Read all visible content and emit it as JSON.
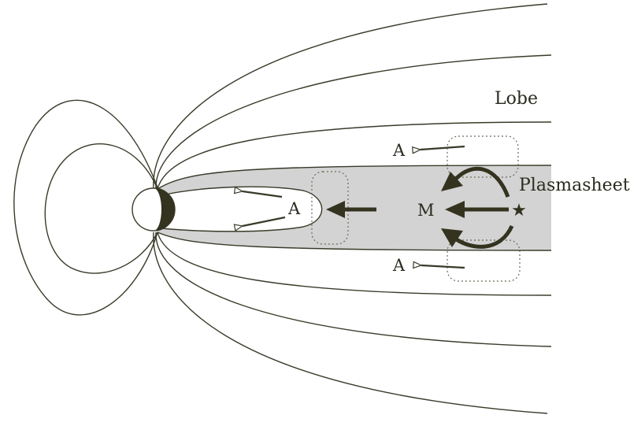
{
  "labels": {
    "lobe": "Lobe",
    "plasmasheet": "Plasmasheet",
    "a_inner": "A",
    "a_top": "A",
    "a_bottom": "A",
    "m": "M",
    "star": "★"
  },
  "colors": {
    "line": "#3a3a2a",
    "plasmasheet_fill": "#d3d3d3",
    "planet_dark": "#33331f",
    "arrow_dark": "#33331f",
    "box": "#6a6a5a",
    "background": "#ffffff"
  }
}
